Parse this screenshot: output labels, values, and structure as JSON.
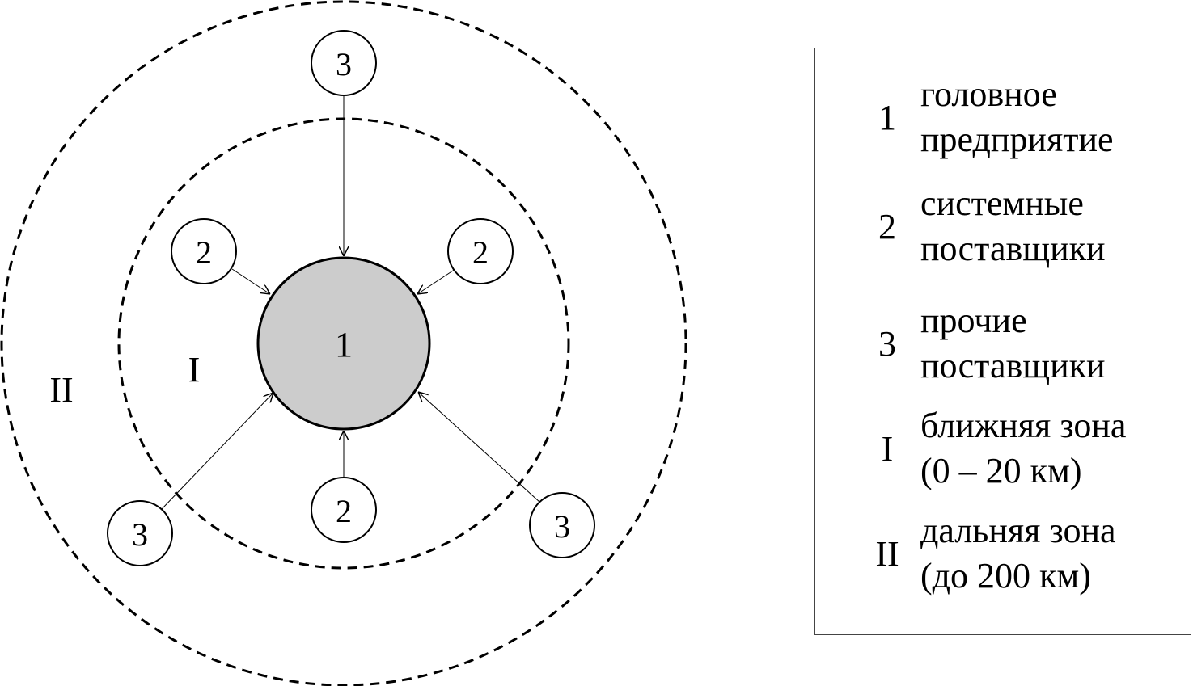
{
  "diagram": {
    "center_node": {
      "label": "1",
      "fill": "#cccccc"
    },
    "system_suppliers": [
      "2",
      "2",
      "2"
    ],
    "other_suppliers": [
      "3",
      "3",
      "3"
    ],
    "zones": {
      "near": "I",
      "far": "II"
    }
  },
  "legend": {
    "items": [
      {
        "key": "1",
        "line1": "головное",
        "line2": "предприятие"
      },
      {
        "key": "2",
        "line1": "системные",
        "line2": "поставщики"
      },
      {
        "key": "3",
        "line1": "прочие",
        "line2": "поставщики"
      },
      {
        "key": "I",
        "line1": "ближняя зона",
        "line2": "(0 – 20 км)"
      },
      {
        "key": "II",
        "line1": "дальняя зона",
        "line2": "(до 200 км)"
      }
    ]
  }
}
